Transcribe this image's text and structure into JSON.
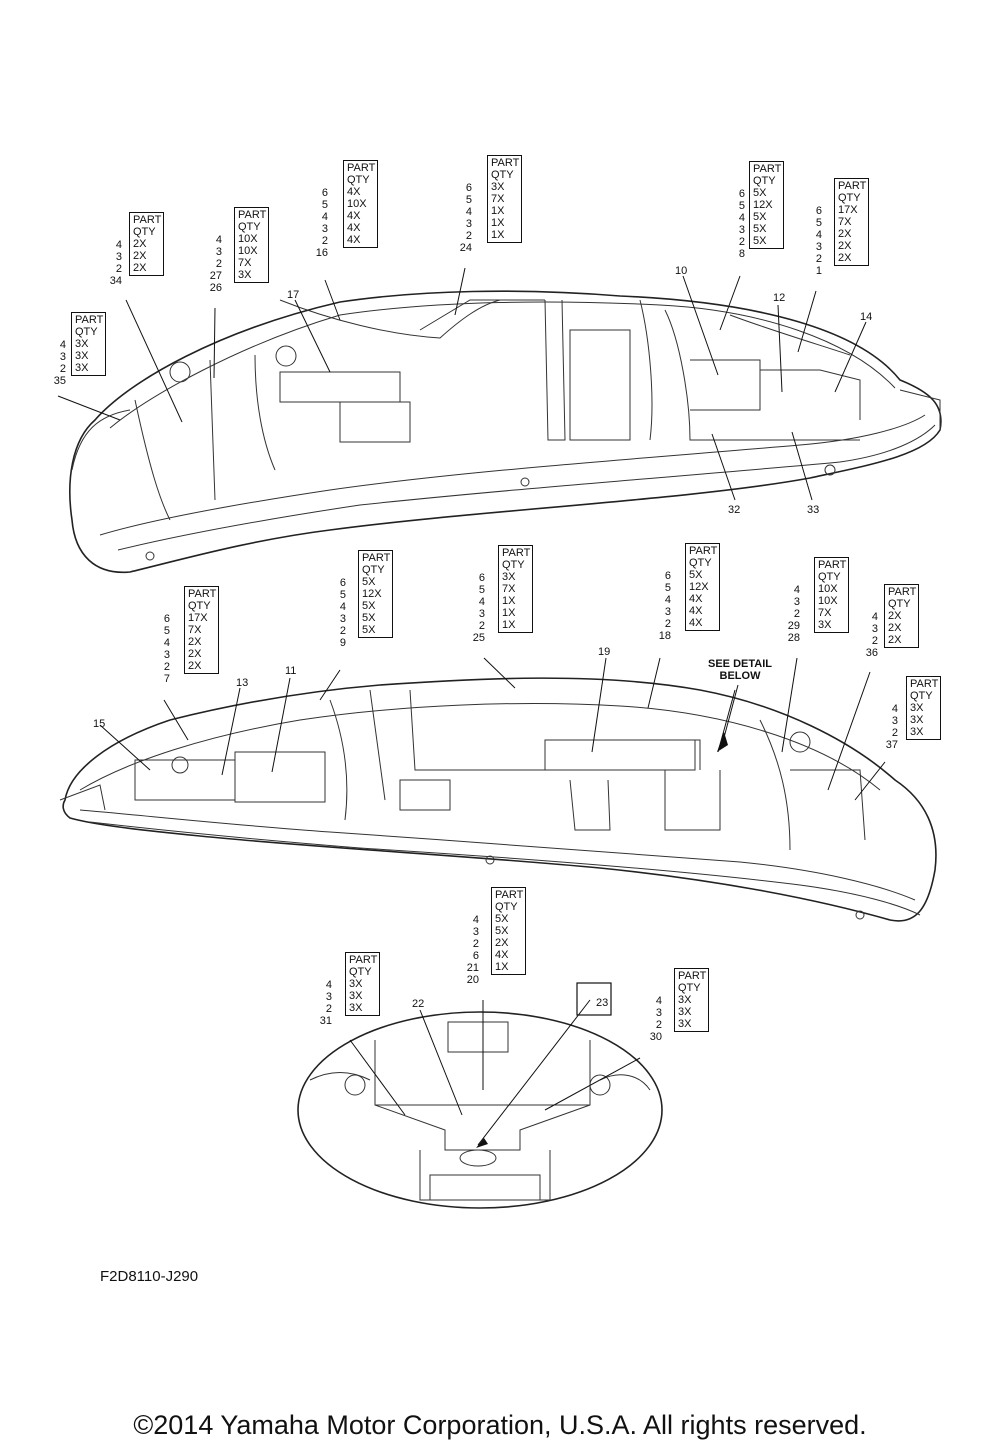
{
  "diagram_code": "F2D8110-J290",
  "copyright": "©2014 Yamaha Motor Corporation, U.S.A. All rights reserved.",
  "detail_note": [
    "SEE DETAIL",
    "BELOW"
  ],
  "box_header": [
    "PART",
    "QTY"
  ],
  "qty_tables": [
    {
      "id": "t35",
      "label": "35",
      "parts": [
        "4",
        "3",
        "2"
      ],
      "qty": [
        "3X",
        "3X",
        "3X"
      ]
    },
    {
      "id": "t34",
      "label": "34",
      "parts": [
        "4",
        "3",
        "2"
      ],
      "qty": [
        "2X",
        "2X",
        "2X"
      ]
    },
    {
      "id": "t26",
      "label": "26",
      "parts": [
        "4",
        "3",
        "2",
        "27"
      ],
      "qty": [
        "10X",
        "10X",
        "7X",
        "3X"
      ]
    },
    {
      "id": "t16",
      "label": "16",
      "parts": [
        "6",
        "5",
        "4",
        "3",
        "2"
      ],
      "qty": [
        "4X",
        "10X",
        "4X",
        "4X",
        "4X"
      ]
    },
    {
      "id": "t24",
      "label": "24",
      "parts": [
        "6",
        "5",
        "4",
        "3",
        "2"
      ],
      "qty": [
        "3X",
        "7X",
        "1X",
        "1X",
        "1X"
      ]
    },
    {
      "id": "t8",
      "label": "8",
      "parts": [
        "6",
        "5",
        "4",
        "3",
        "2"
      ],
      "qty": [
        "5X",
        "12X",
        "5X",
        "5X",
        "5X"
      ]
    },
    {
      "id": "t1",
      "label": "1",
      "parts": [
        "6",
        "5",
        "4",
        "3",
        "2"
      ],
      "qty": [
        "17X",
        "7X",
        "2X",
        "2X",
        "2X"
      ]
    },
    {
      "id": "t7",
      "label": "7",
      "parts": [
        "6",
        "5",
        "4",
        "3",
        "2"
      ],
      "qty": [
        "17X",
        "7X",
        "2X",
        "2X",
        "2X"
      ]
    },
    {
      "id": "t9",
      "label": "9",
      "parts": [
        "6",
        "5",
        "4",
        "3",
        "2"
      ],
      "qty": [
        "5X",
        "12X",
        "5X",
        "5X",
        "5X"
      ]
    },
    {
      "id": "t25",
      "label": "25",
      "parts": [
        "6",
        "5",
        "4",
        "3",
        "2"
      ],
      "qty": [
        "3X",
        "7X",
        "1X",
        "1X",
        "1X"
      ]
    },
    {
      "id": "t18",
      "label": "18",
      "parts": [
        "6",
        "5",
        "4",
        "3",
        "2"
      ],
      "qty": [
        "5X",
        "12X",
        "4X",
        "4X",
        "4X"
      ]
    },
    {
      "id": "t28",
      "label": "28",
      "parts": [
        "4",
        "3",
        "2",
        "29"
      ],
      "qty": [
        "10X",
        "10X",
        "7X",
        "3X"
      ]
    },
    {
      "id": "t36",
      "label": "36",
      "parts": [
        "4",
        "3",
        "2"
      ],
      "qty": [
        "2X",
        "2X",
        "2X"
      ]
    },
    {
      "id": "t37",
      "label": "37",
      "parts": [
        "4",
        "3",
        "2"
      ],
      "qty": [
        "3X",
        "3X",
        "3X"
      ]
    },
    {
      "id": "t20",
      "label": "20",
      "parts": [
        "4",
        "3",
        "2",
        "6",
        "21"
      ],
      "qty": [
        "5X",
        "5X",
        "2X",
        "4X",
        "1X"
      ]
    },
    {
      "id": "t31",
      "label": "31",
      "parts": [
        "4",
        "3",
        "2"
      ],
      "qty": [
        "3X",
        "3X",
        "3X"
      ]
    },
    {
      "id": "t30",
      "label": "30",
      "parts": [
        "4",
        "3",
        "2"
      ],
      "qty": [
        "3X",
        "3X",
        "3X"
      ]
    }
  ],
  "callouts": {
    "c17": "17",
    "c10": "10",
    "c12": "12",
    "c14": "14",
    "c32": "32",
    "c33": "33",
    "c15": "15",
    "c13": "13",
    "c11": "11",
    "c19": "19",
    "c22": "22",
    "c23": "23"
  }
}
